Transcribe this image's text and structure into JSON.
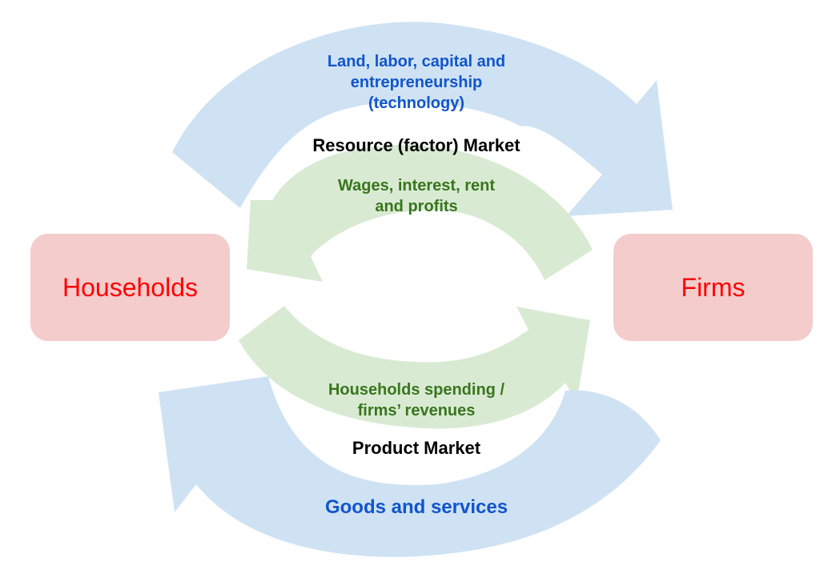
{
  "colors": {
    "real_flow_arrow": "#cfe2f3",
    "money_flow_arrow": "#d9ead3",
    "node_fill": "#f4cccc",
    "node_text": "#ff0000",
    "real_flow_text": "#1155cc",
    "money_flow_text": "#38761d",
    "market_text": "#000000"
  },
  "nodes": {
    "households": "Households",
    "firms": "Firms"
  },
  "markets": {
    "resource": "Resource (factor) Market",
    "product": "Product Market"
  },
  "flows": {
    "resources_to_firms": {
      "lines": [
        "Land, labor, capital and",
        "entrepreneurship",
        "(technology)"
      ],
      "direction": "households-to-firms",
      "kind": "real"
    },
    "income_to_households": {
      "lines": [
        "Wages, interest, rent",
        "and profits"
      ],
      "direction": "firms-to-households",
      "kind": "money"
    },
    "spending_to_firms": {
      "lines": [
        "Households spending /",
        "firms’ revenues"
      ],
      "direction": "households-to-firms",
      "kind": "money"
    },
    "goods_to_households": {
      "lines": [
        "Goods and services"
      ],
      "direction": "firms-to-households",
      "kind": "real"
    }
  }
}
